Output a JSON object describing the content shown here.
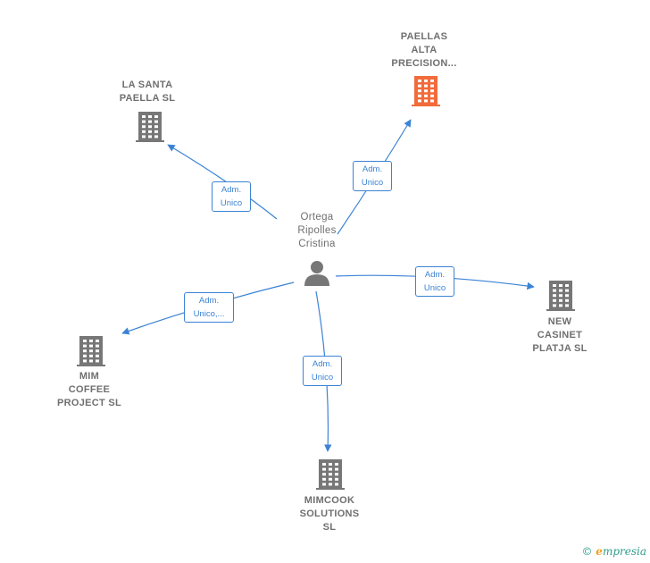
{
  "center": {
    "name": "Ortega\nRipolles\nCristina",
    "icon": "person-icon"
  },
  "nodes": [
    {
      "id": "la-santa-paella",
      "name": "LA SANTA\nPAELLA  SL",
      "icon": "building-icon",
      "color": "#777777",
      "role": "Adm.\nUnico"
    },
    {
      "id": "paellas-alta-precision",
      "name": "PAELLAS\nALTA\nPRECISION...",
      "icon": "building-icon",
      "color": "#f26b3a",
      "role": "Adm.\nUnico"
    },
    {
      "id": "new-casinet-platja",
      "name": "NEW\nCASINET\nPLATJA SL",
      "icon": "building-icon",
      "color": "#777777",
      "role": "Adm.\nUnico"
    },
    {
      "id": "mim-coffee-project",
      "name": "MIM\nCOFFEE\nPROJECT  SL",
      "icon": "building-icon",
      "color": "#777777",
      "role": "Adm.\nUnico,..."
    },
    {
      "id": "mimcook-solutions",
      "name": "MIMCOOK\nSOLUTIONS\nSL",
      "icon": "building-icon",
      "color": "#777777",
      "role": "Adm.\nUnico"
    }
  ],
  "colors": {
    "edge": "#3b83d4",
    "label": "#6f6f6f"
  },
  "brand": {
    "symbol": "©",
    "initial": "e",
    "rest": "mpresia"
  }
}
